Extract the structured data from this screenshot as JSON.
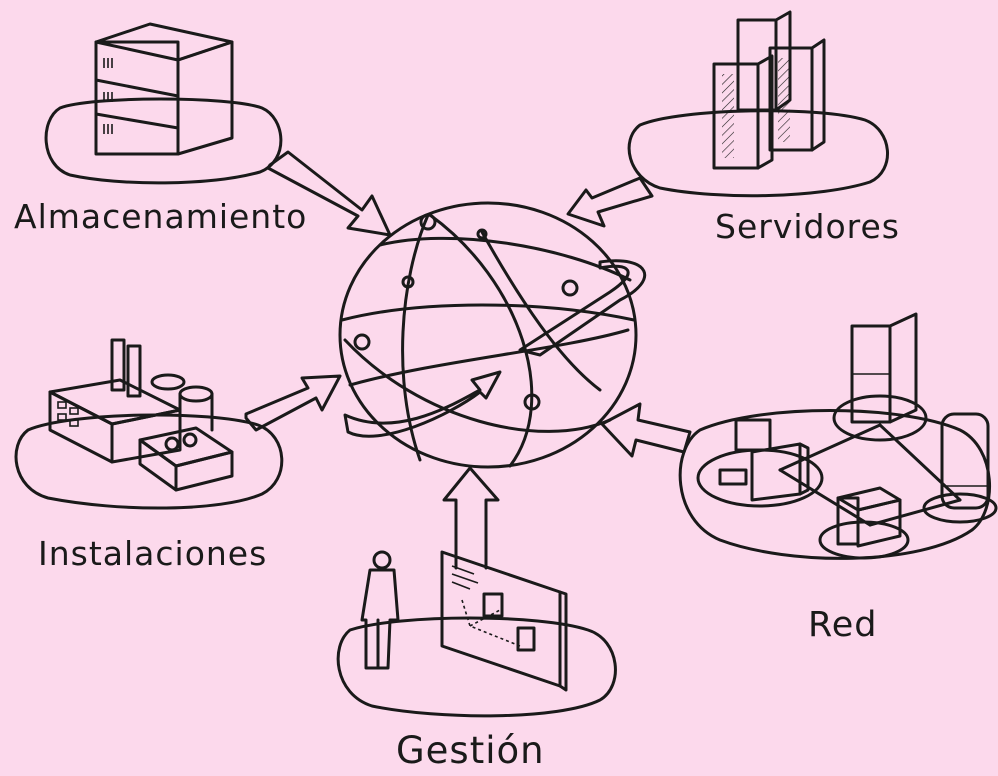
{
  "colors": {
    "background": "#fcd9ec",
    "ink": "#1a1a1a",
    "paper": "#ffffff",
    "shade": "#d9d9d9"
  },
  "nodes": {
    "storage": {
      "label": "Almacenamiento",
      "icon": "server-stack-icon"
    },
    "servers": {
      "label": "Servidores",
      "icon": "server-towers-icon"
    },
    "facilities": {
      "label": "Instalaciones",
      "icon": "factory-icon"
    },
    "network": {
      "label": "Red",
      "icon": "network-icon"
    },
    "management": {
      "label": "Gestión",
      "icon": "management-board-icon"
    }
  },
  "center": {
    "icon": "globe-icon"
  }
}
